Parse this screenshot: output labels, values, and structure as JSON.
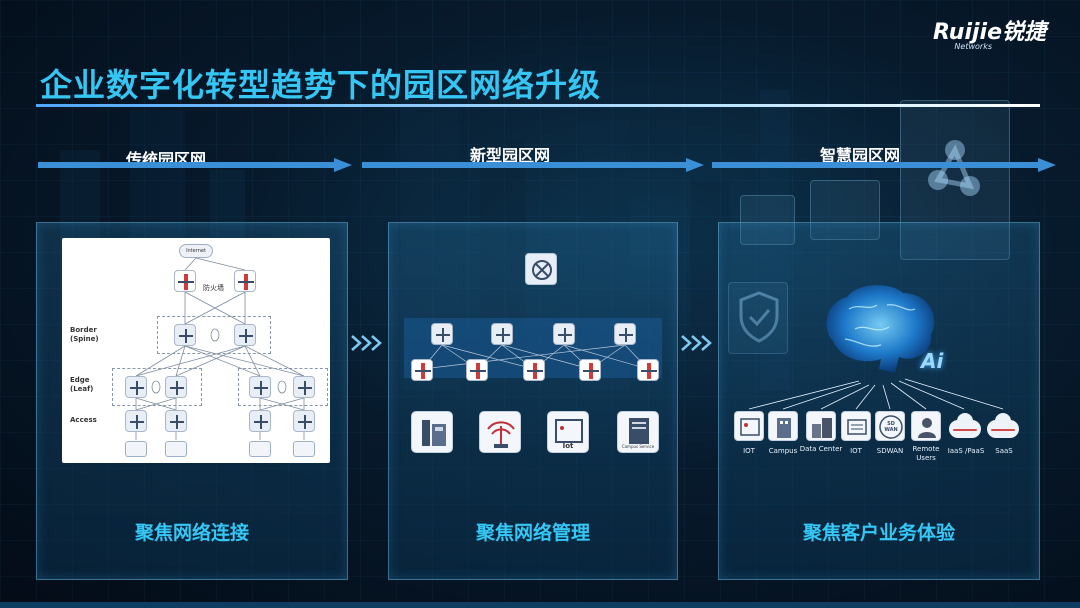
{
  "logo": {
    "brand": "Ruijie锐捷",
    "tagline": "Networks"
  },
  "title": "企业数字化转型趋势下的园区网络升级",
  "phases": [
    {
      "label": "传统园区网",
      "focus": "聚焦网络连接"
    },
    {
      "label": "新型园区网",
      "focus": "聚焦网络管理"
    },
    {
      "label": "智慧园区网",
      "focus": "聚焦客户业务体验"
    }
  ],
  "traditional_diagram": {
    "internet": "Internet",
    "firewall": "防火墙",
    "border": "Border\n(Spine)",
    "edge": "Edge\n(Leaf)",
    "access": "Access"
  },
  "new_campus": {
    "iot_label": "Iot",
    "service_label": "Campus Service"
  },
  "smart_campus": {
    "ai_label": "Ai",
    "services": [
      "IOT",
      "Campus",
      "Data Center",
      "IOT",
      "SDWAN",
      "Remote Users",
      "IaaS /PaaS",
      "SaaS"
    ],
    "sdwan_icon": "SD WAN"
  },
  "colors": {
    "accent": "#36c6f4",
    "title_rule": "#4fa7ff",
    "firewall_red": "#d13a3a"
  }
}
